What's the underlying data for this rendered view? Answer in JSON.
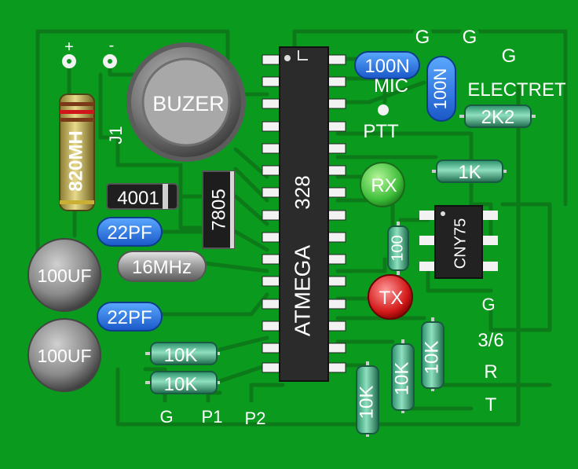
{
  "board": {
    "background": "#0a9a1e",
    "trace_color": "#0d7a1a",
    "pad_color": "#f2f2f2"
  },
  "labels": {
    "plus": "+",
    "minus": "-",
    "j1": "J1",
    "g_top_1": "G",
    "g_top_2": "G",
    "g_top_3": "G",
    "mic": "MIC",
    "electret": "ELECTRET",
    "ptt": "PTT",
    "g_right": "G",
    "pin36": "3/6",
    "r": "R",
    "t": "T",
    "g_bottom": "G",
    "p1": "P1",
    "p2": "P2"
  },
  "components": {
    "buzzer": "BUZER",
    "inductor": "820MH",
    "diode": "4001",
    "regulator": "7805",
    "cap_22pf_1": "22PF",
    "cap_22pf_2": "22PF",
    "crystal": "16MHz",
    "cap_100uf_1": "100UF",
    "cap_100uf_2": "100UF",
    "mcu_name": "ATMEGA",
    "mcu_model": "328",
    "cap_100n_1": "100N",
    "cap_100n_2": "100N",
    "res_2k2": "2K2",
    "res_1k": "1K",
    "led_rx": "RX",
    "led_tx": "TX",
    "res_100": "100",
    "opto": "CNY75",
    "res_10k_1": "10K",
    "res_10k_2": "10K",
    "res_10k_3": "10K",
    "res_10k_4": "10K",
    "res_10k_5": "10K"
  }
}
